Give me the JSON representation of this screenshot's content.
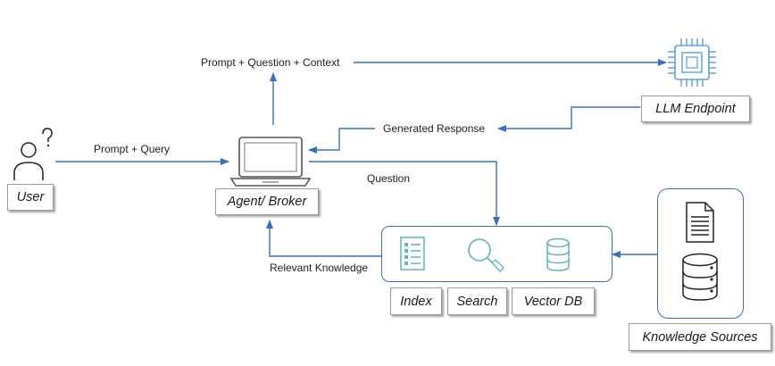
{
  "nodes": {
    "user": {
      "label": "User",
      "icon": "user-icon"
    },
    "agent": {
      "label": "Agent/ Broker",
      "icon": "laptop-icon"
    },
    "llm": {
      "label": "LLM Endpoint",
      "icon": "chip-icon"
    },
    "index": {
      "label": "Index",
      "icon": "list-icon"
    },
    "search": {
      "label": "Search",
      "icon": "magnifier-icon"
    },
    "vectordb": {
      "label": "Vector DB",
      "icon": "database-icon"
    },
    "knowledge": {
      "label": "Knowledge Sources",
      "icons": [
        "document-icon",
        "database-icon"
      ]
    }
  },
  "edges": {
    "prompt_query": "Prompt + Query",
    "prompt_question_context": "Prompt + Question + Context",
    "generated_response": "Generated Response",
    "question": "Question",
    "relevant_knowledge": "Relevant Knowledge"
  },
  "colors": {
    "arrow": "#3a6fc0",
    "icon_teal": "#5fb3bd",
    "chip_blue": "#5b9fd8",
    "text": "#222222"
  }
}
